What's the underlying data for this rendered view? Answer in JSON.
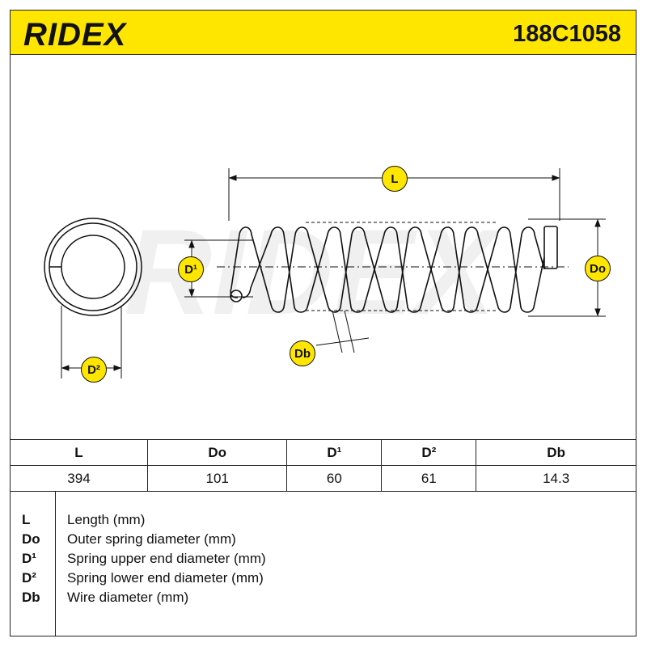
{
  "header": {
    "brand": "RIDEX",
    "part_number": "188C1058",
    "background_color": "#ffe600"
  },
  "diagram": {
    "watermark": "RIDEX",
    "badges": {
      "L": "L",
      "Do": "Do",
      "D1": "D¹",
      "D2": "D²",
      "Db": "Db"
    }
  },
  "table": {
    "headers": [
      "L",
      "Do",
      "D¹",
      "D²",
      "Db"
    ],
    "values": [
      "394",
      "101",
      "60",
      "61",
      "14.3"
    ]
  },
  "legend": [
    {
      "symbol": "L",
      "description": "Length (mm)"
    },
    {
      "symbol": "Do",
      "description": "Outer spring diameter (mm)"
    },
    {
      "symbol": "D¹",
      "description": "Spring upper end diameter (mm)"
    },
    {
      "symbol": "D²",
      "description": "Spring lower end diameter (mm)"
    },
    {
      "symbol": "Db",
      "description": "Wire diameter (mm)"
    }
  ]
}
